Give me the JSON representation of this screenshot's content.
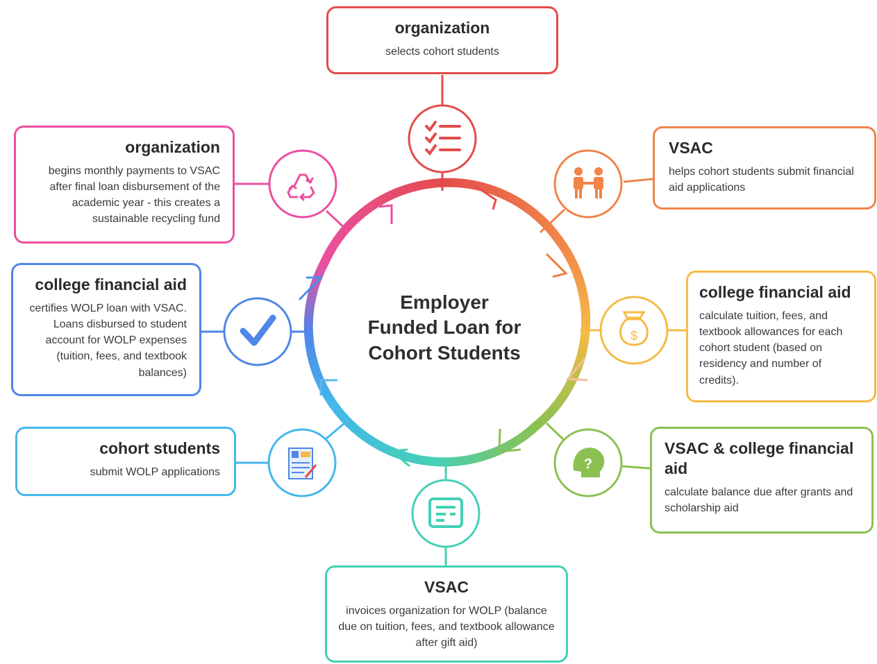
{
  "center": {
    "line1": "Employer",
    "line2": "Funded Loan for",
    "line3": "Cohort Students"
  },
  "steps": [
    {
      "id": "organization-select",
      "color": "#e34b4b",
      "icon": "checklist-icon",
      "title": "organization",
      "desc": "selects cohort students"
    },
    {
      "id": "vsac-help",
      "color": "#f0844a",
      "icon": "people-handshake-icon",
      "title": "VSAC",
      "desc": "helps cohort students submit financial aid applications"
    },
    {
      "id": "college-calc",
      "color": "#f5bb45",
      "icon": "money-bag-icon",
      "title": "college financial aid",
      "desc": "calculate tuition, fees, and textbook allowances for each cohort student (based on residency and number of credits)."
    },
    {
      "id": "vsac-college-balance",
      "color": "#8cc152",
      "icon": "question-head-icon",
      "title": "VSAC & college financial aid",
      "desc": "calculate balance due after grants and scholarship aid"
    },
    {
      "id": "vsac-invoice",
      "color": "#45d0b5",
      "icon": "invoice-icon",
      "title": "VSAC",
      "desc": "invoices organization for WOLP (balance due on tuition, fees, and textbook allowance after gift aid)"
    },
    {
      "id": "students-submit",
      "color": "#44b8ea",
      "icon": "application-form-icon",
      "title": "cohort students",
      "desc": "submit WOLP applications"
    },
    {
      "id": "college-certify",
      "color": "#4f86e8",
      "icon": "checkmark-icon",
      "title": "college financial aid",
      "desc": "certifies WOLP loan with VSAC. Loans disbursed to student account for WOLP expenses (tuition, fees, and textbook balances)"
    },
    {
      "id": "organization-payments",
      "color": "#ec4f9f",
      "icon": "recycle-icon",
      "title": "organization",
      "desc": "begins monthly payments to VSAC after final loan disbursement of the academic year - this creates a sustainable recycling fund"
    }
  ]
}
